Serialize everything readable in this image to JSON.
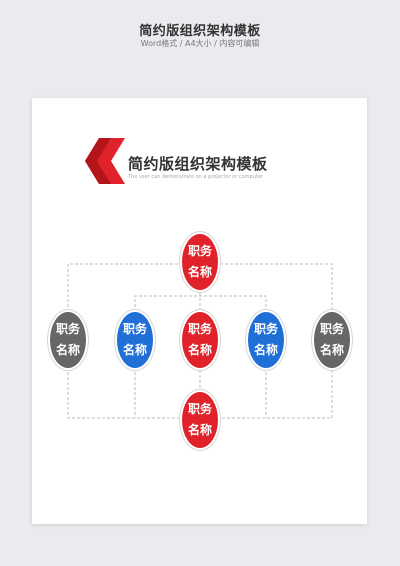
{
  "header": {
    "title": "简约版组织架构模板",
    "subtitle": "Word格式 / A4大小 / 内容可编辑"
  },
  "document": {
    "title": "简约版组织架构模板",
    "subtitle": "The user can demonstrate on a projector or computer",
    "logo_color": "#e0232b"
  },
  "org": {
    "top": {
      "line1": "职务",
      "line2": "名称",
      "color": "#e0232b"
    },
    "far_left": {
      "line1": "职务",
      "line2": "名称",
      "color": "#666666"
    },
    "left": {
      "line1": "职务",
      "line2": "名称",
      "color": "#1f6fd6"
    },
    "center": {
      "line1": "职务",
      "line2": "名称",
      "color": "#e0232b"
    },
    "right": {
      "line1": "职务",
      "line2": "名称",
      "color": "#1f6fd6"
    },
    "far_right": {
      "line1": "职务",
      "line2": "名称",
      "color": "#666666"
    },
    "bottom": {
      "line1": "职务",
      "line2": "名称",
      "color": "#e0232b"
    }
  }
}
